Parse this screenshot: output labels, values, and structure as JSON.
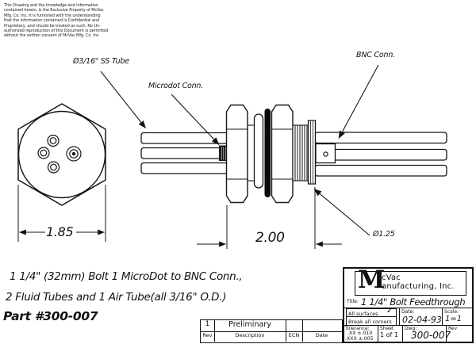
{
  "disclaimer": {
    "lines": [
      "This Drawing and the knowledge and information",
      "contained herein, is the Exclusive Property of McVac",
      "Mfg. Co. Inc. It is furnished with the understanding",
      "that the information contained is Confidential and",
      "Proprietary, and should be treated as such. No Un-",
      "authorized reproduction of this Document is permitted",
      "without the written consent of McVac Mfg. Co. Inc"
    ]
  },
  "callouts": {
    "ss_tube": "Ø3/16\" SS Tube",
    "microdot": "Microdot Conn.",
    "bnc": "BNC Conn.",
    "flange_diameter": "Ø1.25"
  },
  "dimensions": {
    "hex_across_flats": "1.85",
    "body_length": "2.00"
  },
  "description": {
    "line1": "1 1/4\" (32mm) Bolt 1 MicroDot to BNC Conn.,",
    "line2": "2 Fluid Tubes and 1 Air Tube(all 3/16\" O.D.)",
    "part_number": "Part #300-007"
  },
  "revision_table": {
    "headers": {
      "rev": "Rev",
      "description": "Description",
      "ecn": "ECN",
      "date": "Date"
    },
    "rows": [
      {
        "rev": "1",
        "description": "Preliminary",
        "ecn": "",
        "date": ""
      }
    ]
  },
  "title_block": {
    "logo": {
      "initial": "M",
      "line1": "cVac",
      "line2": "anufacturing, Inc."
    },
    "title_label": "Title:",
    "title": "1 1/4\" Bolt Feedthrough",
    "surfaces_note": "All surfaces",
    "corners_note": "Break all corners",
    "date_label": "Date:",
    "date": "02-04-93",
    "scale_label": "Scale:",
    "scale": "1=1",
    "tolerance_label": "Tolerance:",
    "tolerance_xx": ".XX  ±.010",
    "tolerance_xxx": ".XXX  ±.005",
    "sheet_label": "Sheet",
    "sheet_value": "1  of  1",
    "dwg_label": "Dwg:",
    "dwg_number": "300-007",
    "rev_label": "Rev"
  }
}
